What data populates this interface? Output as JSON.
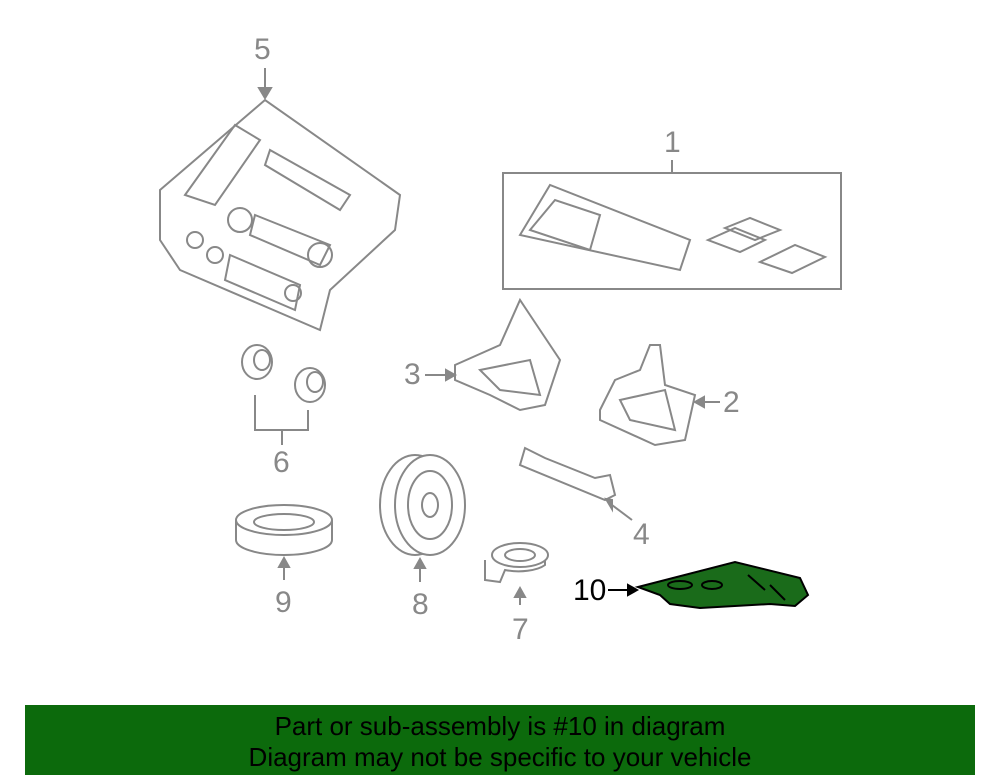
{
  "callouts": {
    "p1": "1",
    "p2": "2",
    "p3": "3",
    "p4": "4",
    "p5": "5",
    "p6": "6",
    "p7": "7",
    "p8": "8",
    "p9": "9",
    "p10": "10"
  },
  "highlight_color": "#1a6b1a",
  "banner": {
    "line1": "Part or sub-assembly is #10 in diagram",
    "line2": "Diagram may not be specific to your vehicle",
    "color": "#0c6a0c"
  }
}
